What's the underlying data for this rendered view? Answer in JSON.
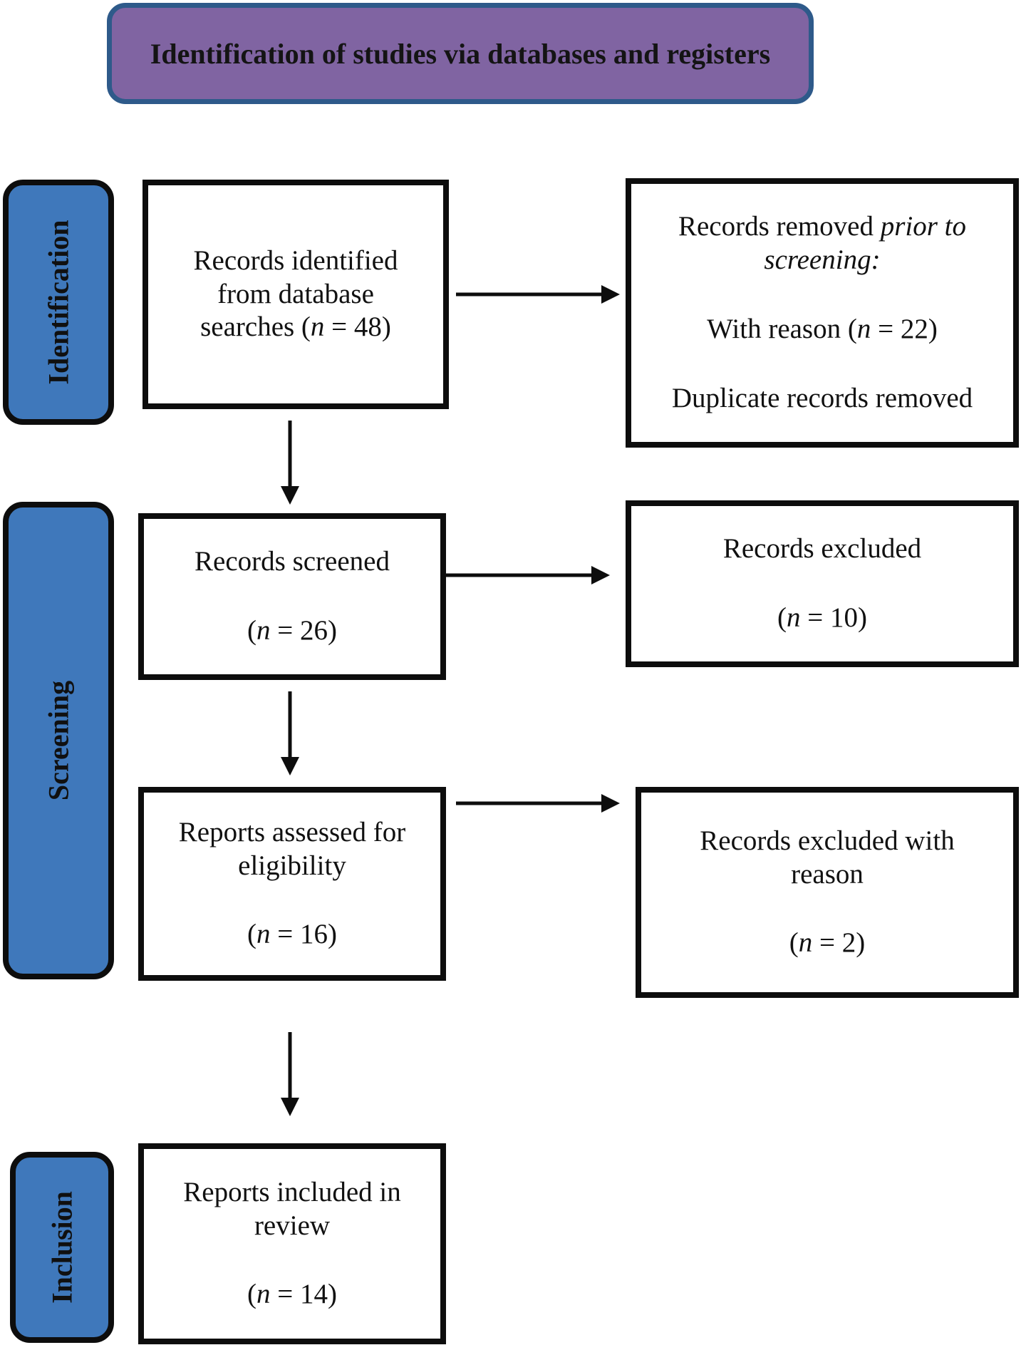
{
  "header": {
    "title": "Identification of studies via databases and registers"
  },
  "phases": {
    "identification": "Identification",
    "screening": "Screening",
    "inclusion": "Inclusion"
  },
  "boxes": {
    "records_identified": {
      "line1": "Records identified",
      "line2": "from database",
      "line3_prefix": "searches (",
      "n_symbol": "n",
      "count_text": " = 48)"
    },
    "records_removed": {
      "line1_prefix": "Records removed ",
      "line1_italic": "prior to",
      "line2_italic": "screening:",
      "reason_prefix": "With reason (",
      "n_symbol": "n",
      "reason_count_text": " = 22)",
      "duplicates": "Duplicate records removed"
    },
    "records_screened": {
      "label": "Records screened",
      "open": "(",
      "n_symbol": "n",
      "count_text": " = 26)"
    },
    "records_excluded": {
      "label": "Records excluded",
      "open": "(",
      "n_symbol": "n",
      "count_text": " = 10)"
    },
    "reports_assessed": {
      "line1": "Reports assessed for",
      "line2": "eligibility",
      "open": "(",
      "n_symbol": "n",
      "count_text": " = 16)"
    },
    "records_excluded_reason": {
      "line1": "Records excluded with",
      "line2": "reason",
      "open": "(",
      "n_symbol": "n",
      "count_text": " = 2)"
    },
    "reports_included": {
      "line1": "Reports included in",
      "line2": "review",
      "open": "(",
      "n_symbol": "n",
      "count_text": " = 14)"
    }
  },
  "colors": {
    "header_fill": "#8064a2",
    "header_border": "#2e5a8a",
    "phase_fill": "#3f78bb",
    "box_border": "#0d0d0d"
  }
}
